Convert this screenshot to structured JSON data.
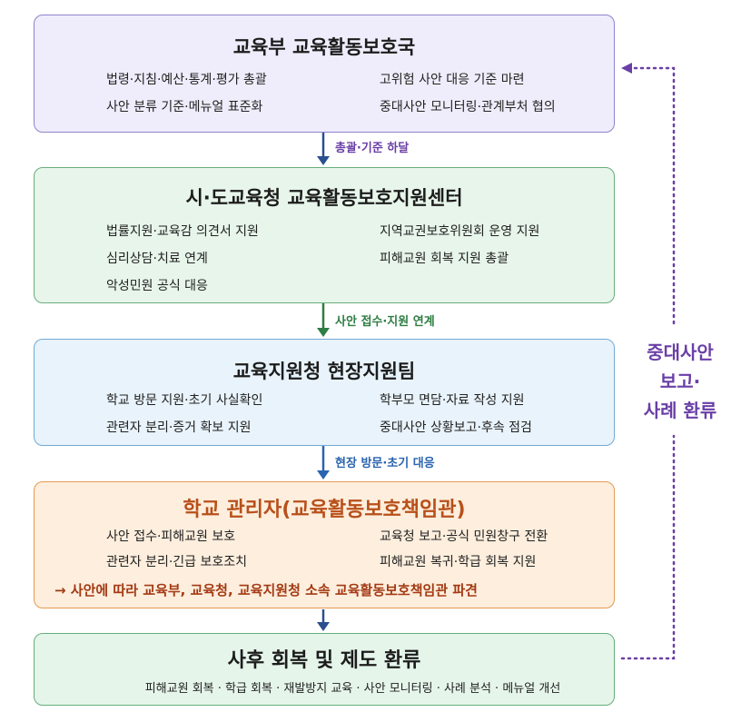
{
  "boxes": [
    {
      "title": "교육부 교육활동보호국",
      "items": [
        "법령·지침·예산·통계·평가 총괄",
        "고위험 사안 대응 기준 마련",
        "사안 분류 기준·메뉴얼 표준화",
        "중대사안 모니터링·관계부처 협의"
      ]
    },
    {
      "title": "시·도교육청 교육활동보호지원센터",
      "items": [
        "법률지원·교육감 의견서 지원",
        "지역교권보호위원회 운영 지원",
        "심리상담·치료 연계",
        "피해교원 회복 지원 총괄",
        "악성민원 공식 대응"
      ]
    },
    {
      "title": "교육지원청 현장지원팀",
      "items": [
        "학교 방문 지원·초기 사실확인",
        "학부모 면담·자료 작성 지원",
        "관련자 분리·증거 확보 지원",
        "중대사안 상황보고·후속 점검"
      ]
    },
    {
      "title": "학교 관리자(교육활동보호책임관)",
      "items": [
        "사안 접수·피해교원 보호",
        "교육청 보고·공식 민원창구 전환",
        "관련자 분리·긴급 보호조치",
        "피해교원 복귀·학급 회복 지원"
      ],
      "note": "→ 사안에 따라 교육부, 교육청, 교육지원청 소속 교육활동보호책임관 파견"
    },
    {
      "title": "사후 회복 및 제도 환류",
      "flow": "피해교원 회복 · 학급 회복 · 재발방지 교육 · 사안 모니터링 · 사례 분석 · 메뉴얼 개선"
    }
  ],
  "arrows": [
    {
      "label": "총괄·기준 하달",
      "color": "#6a3fa6"
    },
    {
      "label": "사안 접수·지원 연계",
      "color": "#2e7d43"
    },
    {
      "label": "현장 방문·초기 대응",
      "color": "#2a64b0"
    },
    {
      "label": "",
      "color": "#2a4f8f"
    }
  ],
  "side": {
    "lines": [
      "중대사안",
      "보고·",
      "사례 환류"
    ],
    "color": "#6a3fa6"
  }
}
